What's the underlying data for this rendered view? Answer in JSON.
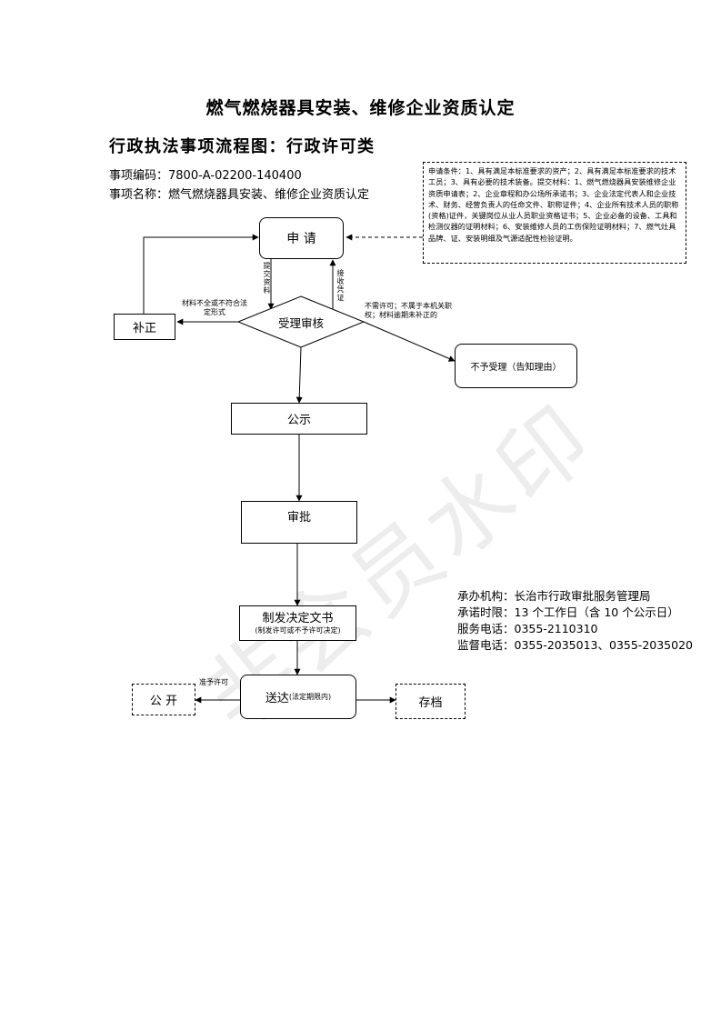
{
  "title": "燃气燃烧器具安装、维修企业资质认定",
  "subtitle": "行政执法事项流程图：行政许可类",
  "item_code": "事项编码：7800-A-02200-140400",
  "item_name": "事项名称：燃气燃烧器具安装、维修企业资质认定",
  "note_text": "申请条件：1、具有满足本标准要求的资产；2、具有满足本标准要求的技术工员；3、具有必要的技术装备。提交材料：1、燃气燃烧器具安装维修企业资质申请表；2、企业章程和办公场所承诺书；3、企业法定代表人和企业技术、财务、经营负责人的任命文件、职称证件；4、企业所有技术人员的职称(资格)证件，关键岗位从业人员职业资格证书；5、企业必备的设备、工具和检测仪器的证明材料；6、安装维修人员的工伤保险证明材料；7、燃气灶具品牌、证、安装明细及气源适配性检验证明。",
  "nodes": {
    "apply": "申 请",
    "review": "受理审核",
    "supplement": "补正",
    "reject": "不予受理（告知理由）",
    "publicity": "公示",
    "approve": "审批",
    "decision": "制发决定文书",
    "decision_sub": "(制发许可或不予许可决定)",
    "deliver": "送达",
    "deliver_sub": "(法定期限内)",
    "public": "公 开",
    "archive": "存档"
  },
  "labels": {
    "submit": "提交资料",
    "receipt": "接收凭证",
    "incomplete": "材料不全或不符合法定形式",
    "not_accept": "不需许可；不属于本机关职权；材料逾期未补正的",
    "grant": "准予许可"
  },
  "info": {
    "agency": "承办机构：长治市行政审批服务管理局",
    "time_limit": "承诺时限：13 个工作日（含 10 个公示日）",
    "service_tel": "服务电话：0355-2110310",
    "supervise_tel": "监督电话：0355-2035013、0355-2035020"
  },
  "watermark": "非会员水印"
}
